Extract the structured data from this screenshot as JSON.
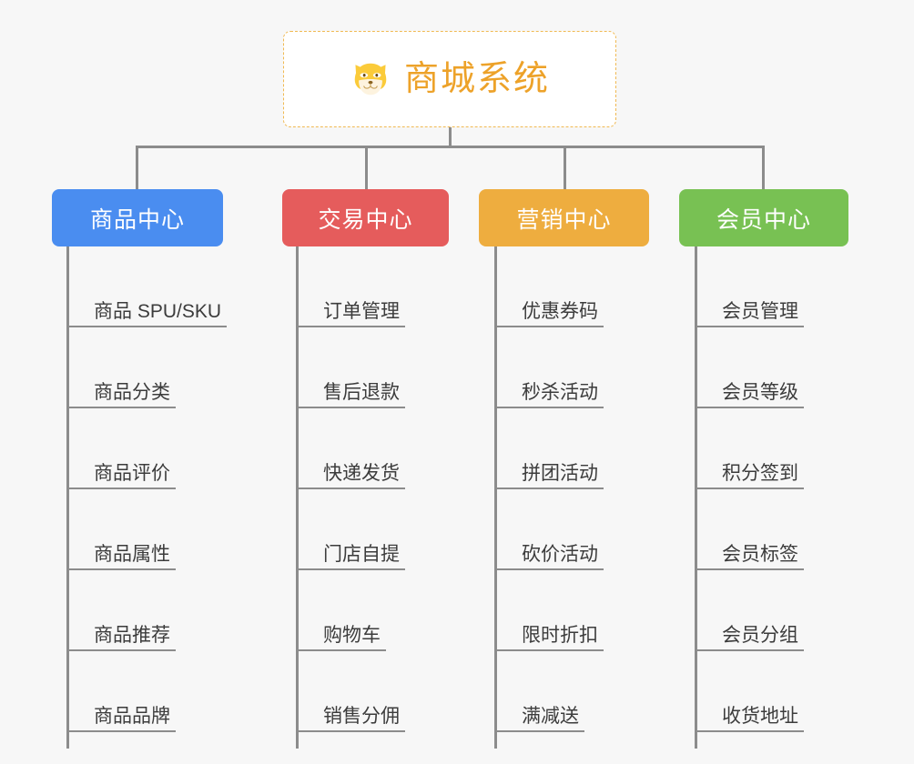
{
  "diagram": {
    "background_color": "#f7f7f7",
    "root": {
      "title": "商城系统",
      "icon": "shiba-dog-icon",
      "text_color": "#eda229",
      "border_color": "#f0b952",
      "background_color": "#ffffff"
    },
    "connector_color": "#8c8c8c",
    "branches": [
      {
        "label": "商品中心",
        "color": "#4a8df0",
        "items": [
          "商品 SPU/SKU",
          "商品分类",
          "商品评价",
          "商品属性",
          "商品推荐",
          "商品品牌"
        ]
      },
      {
        "label": "交易中心",
        "color": "#e55c5c",
        "items": [
          "订单管理",
          "售后退款",
          "快递发货",
          "门店自提",
          "购物车",
          "销售分佣"
        ]
      },
      {
        "label": "营销中心",
        "color": "#eead3f",
        "items": [
          "优惠券码",
          "秒杀活动",
          "拼团活动",
          "砍价活动",
          "限时折扣",
          "满减送"
        ]
      },
      {
        "label": "会员中心",
        "color": "#78c martial",
        "items": [
          "会员管理",
          "会员等级",
          "积分签到",
          "会员标签",
          "会员分组",
          "收货地址"
        ]
      }
    ]
  },
  "layout": {
    "branch_x": [
      57,
      310,
      526,
      746
    ],
    "branch_width": [
      188,
      183,
      187,
      186
    ],
    "drop_x": [
      149,
      401,
      619,
      837
    ],
    "spine_x": [
      73,
      325,
      543,
      763
    ]
  }
}
